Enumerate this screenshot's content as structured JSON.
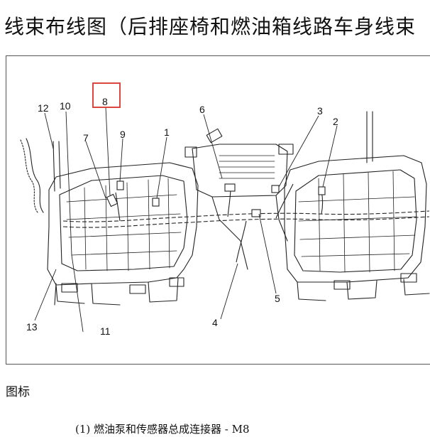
{
  "page": {
    "title": "线束布线图（后排座椅和燃油箱线路车身线束"
  },
  "diagram": {
    "callouts": {
      "c1": "1",
      "c2": "2",
      "c3": "3",
      "c4": "4",
      "c5": "5",
      "c6": "6",
      "c7": "7",
      "c8": "8",
      "c9": "9",
      "c10": "10",
      "c11": "11",
      "c12": "12",
      "c13": "13"
    },
    "highlight_color": "#d9342b"
  },
  "legend": {
    "title": "图标",
    "items": [
      {
        "text": "(1) 燃油泵和传感器总成连接器 - M8"
      }
    ]
  }
}
